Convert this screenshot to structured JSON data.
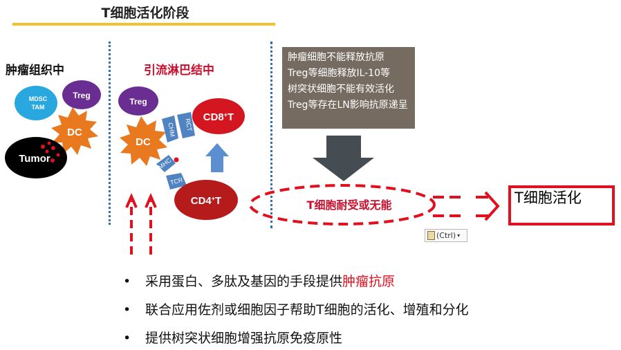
{
  "title": "T细胞活化阶段",
  "sections": {
    "tumor_site": "肿瘤组织中",
    "lymph_node": "引流淋巴结中"
  },
  "cells": {
    "mdsc_tam": [
      "MDSC",
      "TAM"
    ],
    "treg": "Treg",
    "dc": "DC",
    "tumor": "Tumor",
    "cd8": {
      "main": "CD8",
      "sup": "+",
      "suffix": "T"
    },
    "cd4": {
      "main": "CD4",
      "sup": "+",
      "suffix": "T"
    }
  },
  "molecules": {
    "chm": "CHM",
    "rct": "RCT",
    "mhc": "MHC",
    "tcr": "TCR"
  },
  "info_box": [
    "肿瘤细胞不能释放抗原",
    "Treg等细胞释放IL-10等",
    "树突状细胞不能有效活化",
    "Treg等存在LN影响抗原递呈"
  ],
  "anergy": "T细胞耐受或无能",
  "activation": "T细胞活化",
  "paste_badge": "(Ctrl)",
  "bullets": [
    {
      "before": "采用蛋白、多肽及基因的手段提供",
      "highlight": "肿瘤抗原"
    },
    {
      "before": "联合应用佐剂或细胞因子帮助T细胞的活化、增殖和分化",
      "highlight": ""
    },
    {
      "before": "提供树突状细胞增强抗原免疫原性",
      "highlight": ""
    }
  ],
  "bullet_symbol": "•",
  "colors": {
    "title_underline": "#f2c230",
    "divider": "#2f6fb3",
    "red": "#e0101e",
    "lymph_title": "#c8102e",
    "dc": "#e8791f",
    "treg": "#6a2d91",
    "mdsc": "#29a8df",
    "tumor": "#000000",
    "cd8": "#d3161f",
    "cd4": "#b51b1b",
    "info_bg": "#766b61",
    "down_arrow": "#454c52",
    "molecule": "#4f83c2",
    "up_arrow": "#5b8fcf"
  }
}
